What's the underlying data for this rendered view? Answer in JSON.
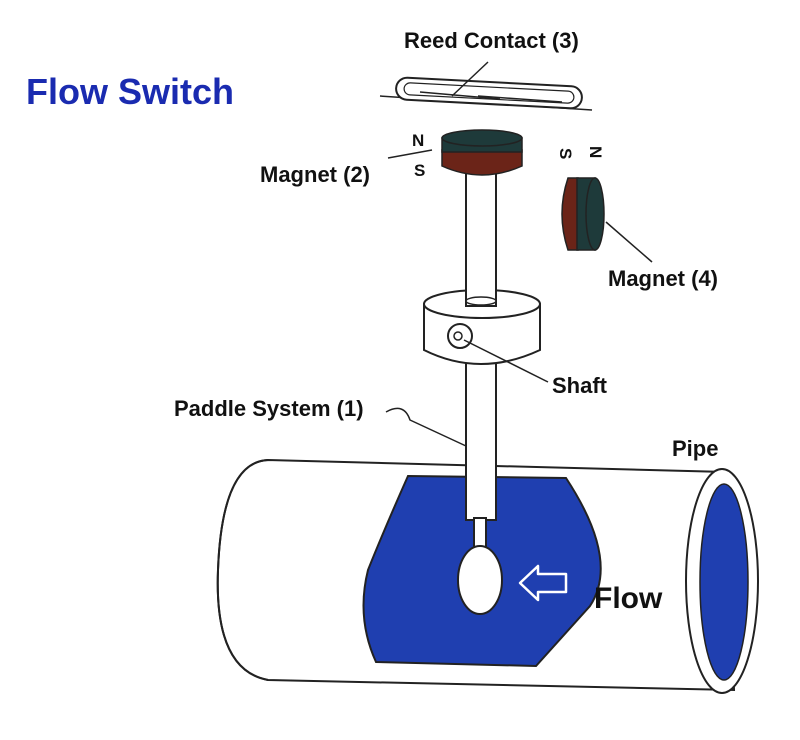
{
  "title": "Flow Switch",
  "labels": {
    "reed_contact": "Reed Contact (3)",
    "magnet_2": "Magnet (2)",
    "magnet_4": "Magnet (4)",
    "shaft": "Shaft",
    "paddle_system": "Paddle System (1)",
    "pipe": "Pipe",
    "flow": "Flow"
  },
  "poles": {
    "north": "N",
    "south": "S"
  },
  "colors": {
    "title": "#1a2bb0",
    "water": "#1f3fb0",
    "magnet_north": "#1e3a3a",
    "magnet_south": "#6b2418",
    "outline": "#222222"
  }
}
